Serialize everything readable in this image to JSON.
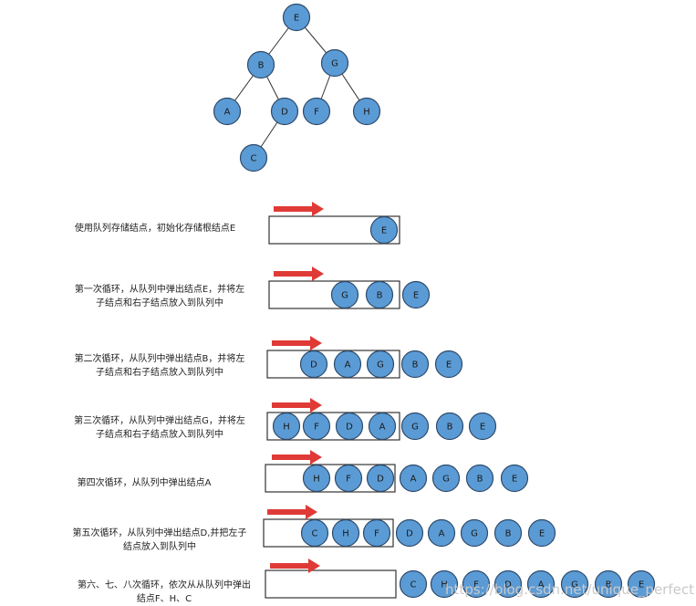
{
  "tree": {
    "nodes": [
      {
        "id": "E",
        "label": "E"
      },
      {
        "id": "B",
        "label": "B"
      },
      {
        "id": "G",
        "label": "G"
      },
      {
        "id": "A",
        "label": "A"
      },
      {
        "id": "D",
        "label": "D"
      },
      {
        "id": "F",
        "label": "F"
      },
      {
        "id": "H",
        "label": "H"
      },
      {
        "id": "C",
        "label": "C"
      }
    ],
    "edges": [
      [
        "E",
        "B"
      ],
      [
        "E",
        "G"
      ],
      [
        "B",
        "A"
      ],
      [
        "B",
        "D"
      ],
      [
        "G",
        "F"
      ],
      [
        "G",
        "H"
      ],
      [
        "D",
        "C"
      ]
    ]
  },
  "steps": [
    {
      "label_lines": [
        "使用队列存储结点，初始化存储根结点E"
      ],
      "queue": [
        "E"
      ],
      "outside": []
    },
    {
      "label_lines": [
        "第一次循环，从队列中弹出结点E，并将左",
        "子结点和右子结点放入到队列中"
      ],
      "queue": [
        "G",
        "B"
      ],
      "outside": [
        "E"
      ]
    },
    {
      "label_lines": [
        "第二次循环，从队列中弹出结点B，并将左",
        "子结点和右子结点放入到队列中"
      ],
      "queue": [
        "D",
        "A",
        "G"
      ],
      "outside": [
        "B",
        "E"
      ]
    },
    {
      "label_lines": [
        "第三次循环，从队列中弹出结点G，并将左",
        "子结点和右子结点放入到队列中"
      ],
      "queue": [
        "H",
        "F",
        "D",
        "A"
      ],
      "outside": [
        "G",
        "B",
        "E"
      ]
    },
    {
      "label_lines": [
        "第四次循环，从队列中弹出结点A"
      ],
      "queue": [
        "H",
        "F",
        "D"
      ],
      "outside": [
        "A",
        "G",
        "B",
        "E"
      ]
    },
    {
      "label_lines": [
        "第五次循环，从队列中弹出结点D,并把左子",
        "结点放入到队列中"
      ],
      "queue": [
        "C",
        "H",
        "F"
      ],
      "outside": [
        "D",
        "A",
        "G",
        "B",
        "E"
      ]
    },
    {
      "label_lines": [
        "第六、七、八次循环，依次从从队列中弹出",
        "结点F、H、C"
      ],
      "queue": [],
      "outside": [
        "C",
        "H",
        "F",
        "D",
        "A",
        "G",
        "B",
        "E"
      ]
    }
  ],
  "watermark": "https://blog.csdn.net/unique_perfect",
  "colors": {
    "node_fill": "#5b9bd5",
    "node_stroke": "#2e4a6b",
    "arrow": "#e03a36",
    "box_stroke": "#333333",
    "edge": "#333333"
  }
}
